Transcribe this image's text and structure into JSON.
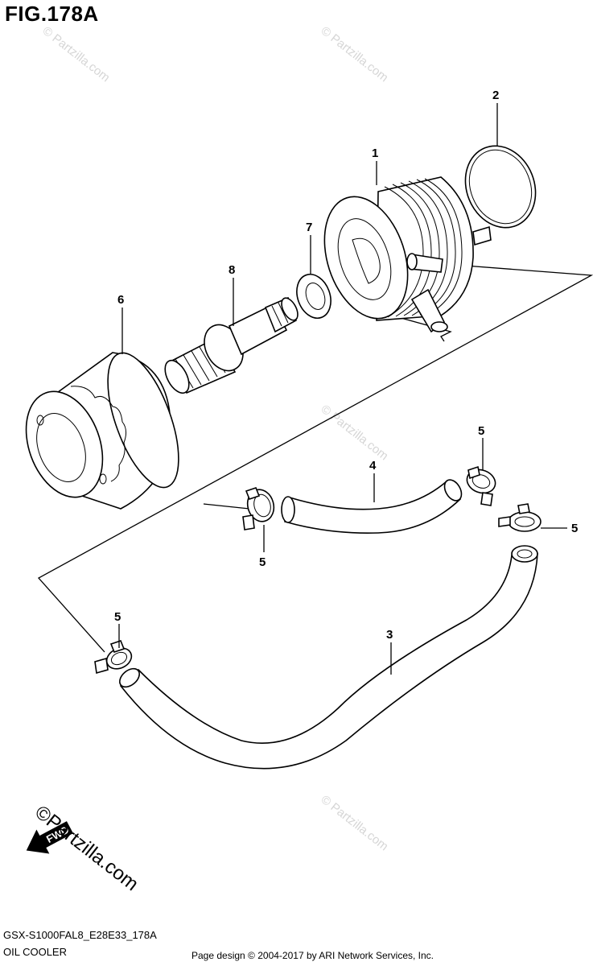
{
  "figure": {
    "title": "FIG.178A",
    "model_code": "GSX-S1000FAL8_E28E33_178A",
    "section_name": "OIL COOLER",
    "copyright": "Page design © 2004-2017 by ARI Network Services, Inc."
  },
  "callouts": [
    {
      "id": "c1",
      "text": "1"
    },
    {
      "id": "c2",
      "text": "2"
    },
    {
      "id": "c3",
      "text": "3"
    },
    {
      "id": "c4",
      "text": "4"
    },
    {
      "id": "c5a",
      "text": "5"
    },
    {
      "id": "c5b",
      "text": "5"
    },
    {
      "id": "c5c",
      "text": "5"
    },
    {
      "id": "c5d",
      "text": "5"
    },
    {
      "id": "c6",
      "text": "6"
    },
    {
      "id": "c7",
      "text": "7"
    },
    {
      "id": "c8",
      "text": "8"
    }
  ],
  "direction_arrow": {
    "text": "FWD",
    "icon": "forward-arrow-icon"
  },
  "watermark": {
    "text": "© Partzilla.com",
    "brand": "©Partzilla.com",
    "color": "#d6d6d6"
  }
}
